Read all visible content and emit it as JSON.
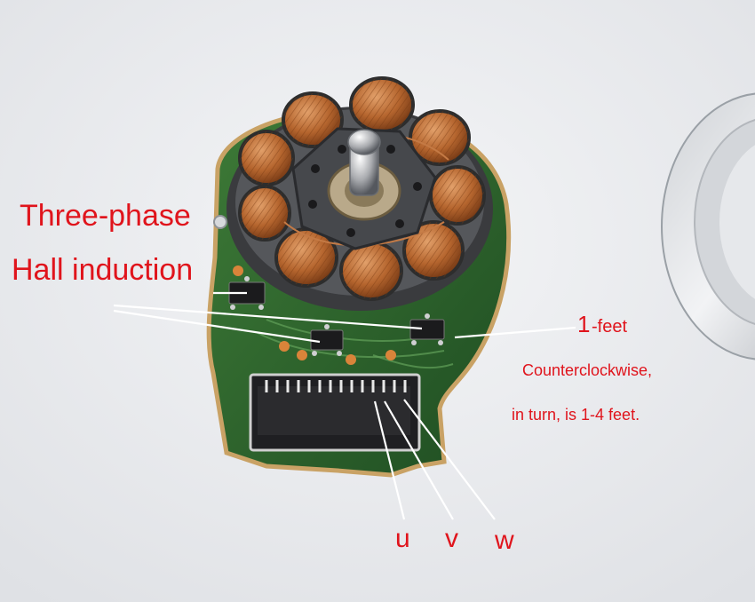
{
  "labels": {
    "three_phase": "Three-phase",
    "hall_induction": "Hall induction",
    "feet_num": "1",
    "feet_text": "-feet",
    "ccw": "Counterclockwise,",
    "in_turn": "in turn, is 1-4 feet.",
    "u": "u",
    "v": "v",
    "w": "w"
  },
  "colors": {
    "annotation": "#e0141c",
    "pcb": "#2f6a2e",
    "copper": "#b5652e",
    "background": "#ecedf0"
  },
  "icons": {
    "photo": "bldc-motor-stator-photo",
    "hall_sensors": "hall-sensor-chip-icon",
    "connector": "connector-icon"
  }
}
